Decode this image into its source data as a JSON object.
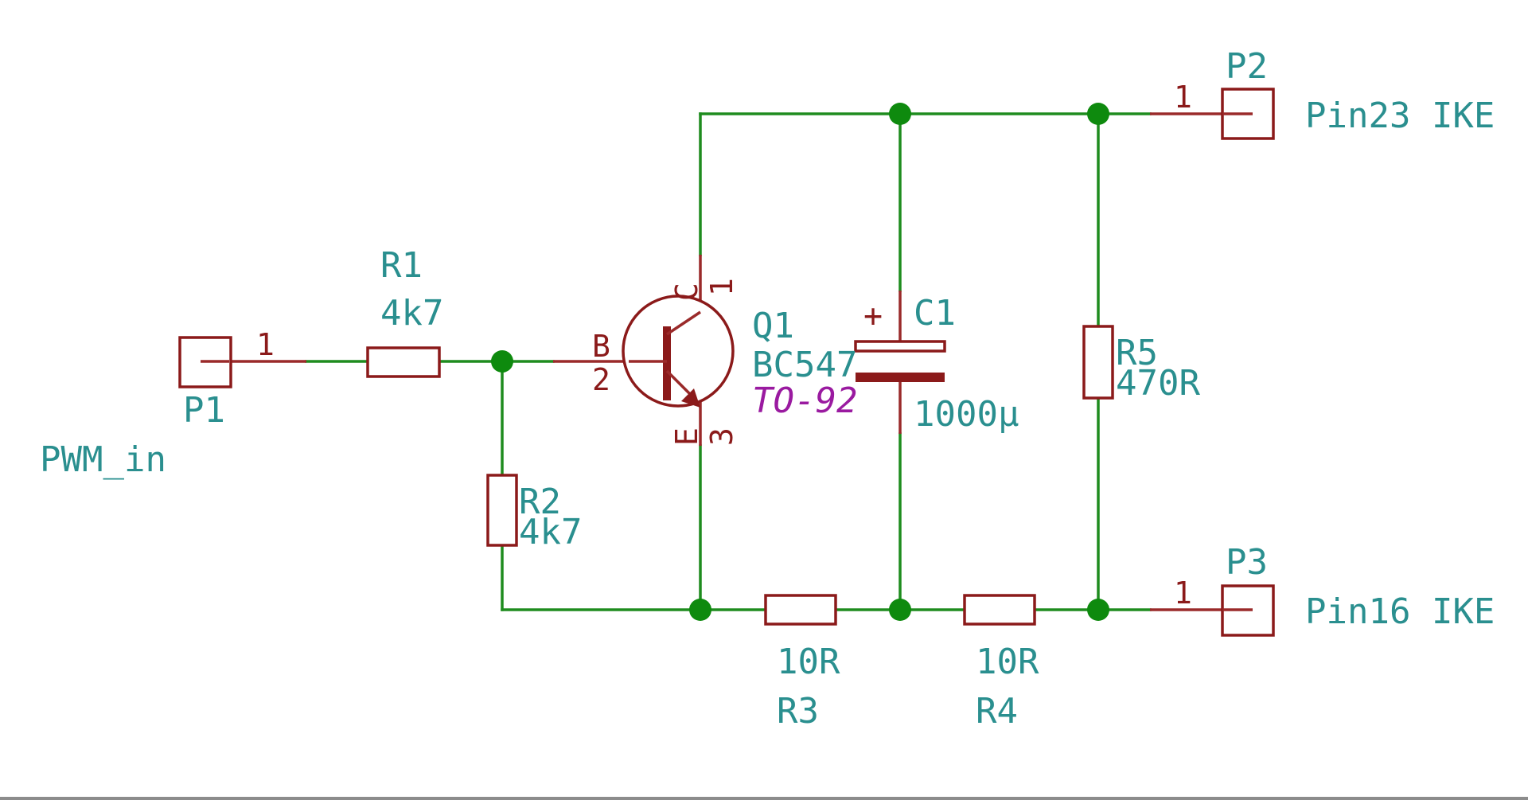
{
  "schematic": {
    "connectors": {
      "p1": {
        "ref": "P1",
        "net": "PWM_in",
        "pin": "1"
      },
      "p2": {
        "ref": "P2",
        "net": "Pin23 IKE",
        "pin": "1"
      },
      "p3": {
        "ref": "P3",
        "net": "Pin16 IKE",
        "pin": "1"
      }
    },
    "resistors": {
      "r1": {
        "ref": "R1",
        "value": "4k7"
      },
      "r2": {
        "ref": "R2",
        "value": "4k7"
      },
      "r3": {
        "ref": "R3",
        "value": "10R"
      },
      "r4": {
        "ref": "R4",
        "value": "10R"
      },
      "r5": {
        "ref": "R5",
        "value": "470R"
      }
    },
    "capacitor": {
      "ref": "C1",
      "value": "1000µ",
      "polarity_mark": "+"
    },
    "transistor": {
      "ref": "Q1",
      "value": "BC547",
      "package": "TO-92",
      "pins": {
        "base_letter": "B",
        "base_num": "2",
        "collector_letter": "C",
        "collector_num": "1",
        "emitter_letter": "E",
        "emitter_num": "3"
      }
    }
  },
  "colors": {
    "wire": "#1e8c1e",
    "component": "#8b1a1a",
    "label": "#2a8f8f",
    "package": "#9a1aa0",
    "junction": "#0e8a0e"
  }
}
